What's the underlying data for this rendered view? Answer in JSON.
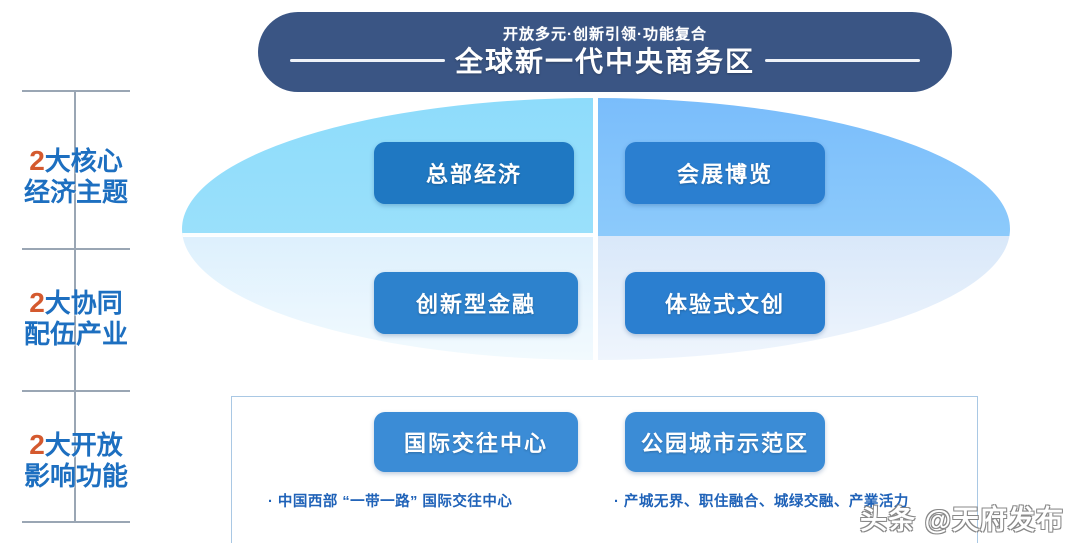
{
  "banner": {
    "subtitle": "开放多元·创新引领·功能复合",
    "title": "全球新一代中央商务区",
    "bg_color": "#3a5584"
  },
  "axis": {
    "labels": [
      {
        "num": "2",
        "rest": "大核心",
        "line2": "经济主题"
      },
      {
        "num": "2",
        "rest": "大协同",
        "line2": "配伍产业"
      },
      {
        "num": "2",
        "rest": "大开放",
        "line2": "影响功能"
      }
    ],
    "num_color": "#d4592e",
    "text_color": "#1d6fc0",
    "line_color": "#9aa6b4"
  },
  "ellipse": {
    "quadrants": [
      {
        "name": "top-left",
        "color": "#8edcfb"
      },
      {
        "name": "top-right",
        "color": "#7abdfb"
      },
      {
        "name": "bottom-left",
        "color": "#dff0fc"
      },
      {
        "name": "bottom-right",
        "color": "#dce9f9"
      }
    ],
    "divider_color": "#ffffff"
  },
  "cards": {
    "row1": [
      {
        "label": "总部经济",
        "color": "#1f78c2"
      },
      {
        "label": "会展博览",
        "color": "#2b7fd0"
      }
    ],
    "row2": [
      {
        "label": "创新型金融",
        "color": "#2d82cd"
      },
      {
        "label": "体验式文创",
        "color": "#2b7fd0"
      }
    ],
    "row3": [
      {
        "label": "国际交往中心",
        "color": "#3b8cd6"
      },
      {
        "label": "公园城市示范区",
        "color": "#3b8cd6"
      }
    ]
  },
  "captions": {
    "left": "· 中国西部 “一带一路” 国际交往中心",
    "right": "· 产城无界、职住融合、城绿交融、产業活力",
    "color": "#1f62b8"
  },
  "panel": {
    "border_color": "#a9c8e4"
  },
  "watermark": {
    "text": "头条 @天府发布"
  }
}
